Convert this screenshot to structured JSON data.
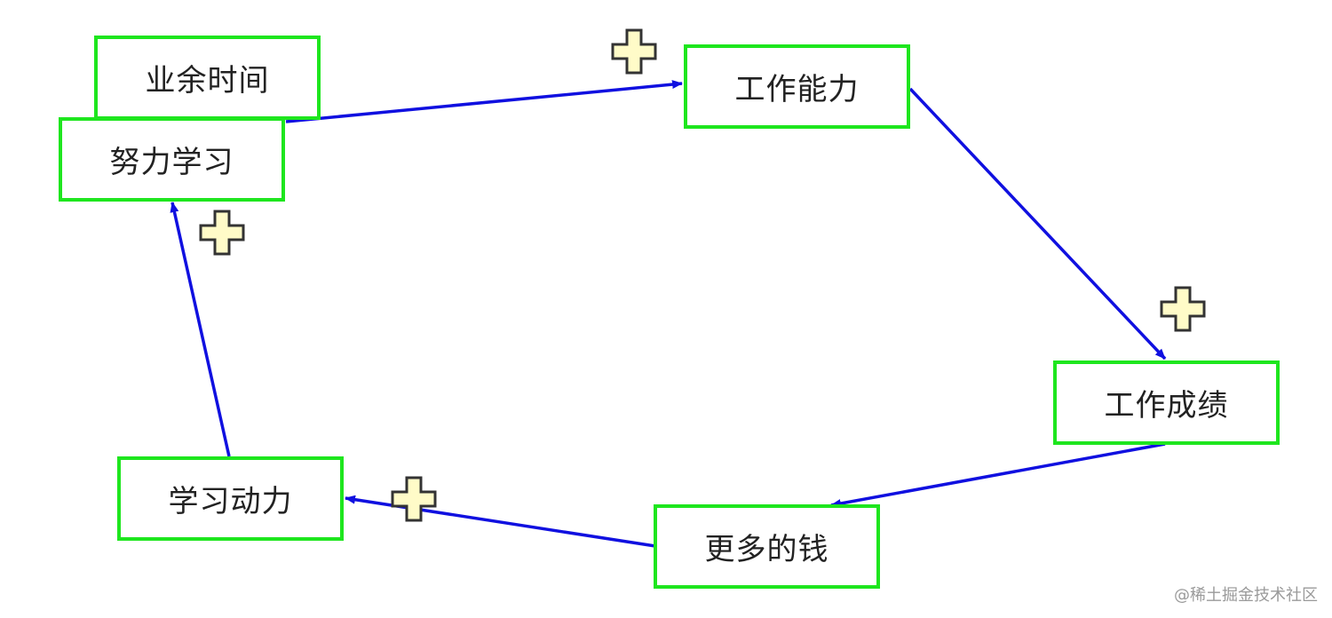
{
  "nodes": {
    "spare_time": "业余时间",
    "study_hard": "努力学习",
    "work_ability": "工作能力",
    "work_results": "工作成绩",
    "more_money": "更多的钱",
    "motivation": "学习动力"
  },
  "edge_markers": [
    "+",
    "+",
    "+",
    "+"
  ],
  "watermark": "@稀土掘金技术社区",
  "colors": {
    "node_border": "#1ee61e",
    "arrow": "#1010e0",
    "plus_fill": "#fffbc8",
    "plus_stroke": "#333333"
  }
}
